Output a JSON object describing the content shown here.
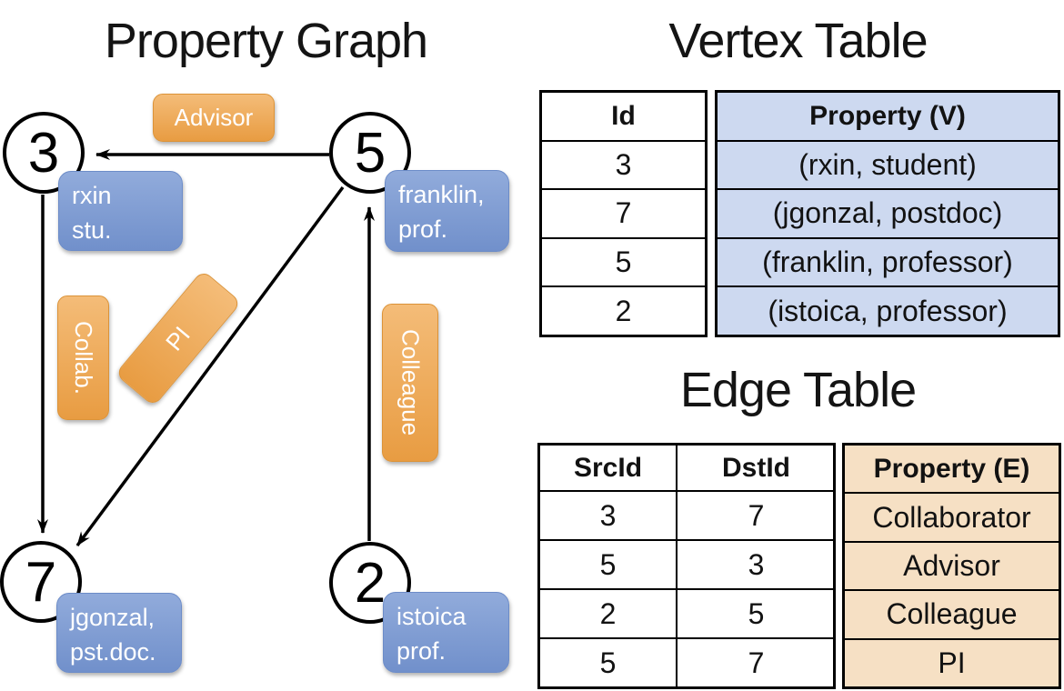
{
  "graph": {
    "title": "Property Graph",
    "nodes": [
      {
        "id": "3",
        "label_lines": [
          "rxin",
          "stu."
        ]
      },
      {
        "id": "5",
        "label_lines": [
          "franklin,",
          "prof."
        ]
      },
      {
        "id": "7",
        "label_lines": [
          "jgonzal,",
          "pst.doc."
        ]
      },
      {
        "id": "2",
        "label_lines": [
          "istoica",
          "prof."
        ]
      }
    ],
    "edge_labels": [
      "Advisor",
      "Collab.",
      "PI",
      "Colleague"
    ]
  },
  "vertex_table": {
    "title": "Vertex Table",
    "columns": [
      "Id",
      "Property (V)"
    ],
    "rows": [
      [
        "3",
        "(rxin, student)"
      ],
      [
        "7",
        "(jgonzal, postdoc)"
      ],
      [
        "5",
        "(franklin, professor)"
      ],
      [
        "2",
        "(istoica, professor)"
      ]
    ]
  },
  "edge_table": {
    "title": "Edge Table",
    "columns": [
      "SrcId",
      "DstId",
      "Property (E)"
    ],
    "rows": [
      [
        "3",
        "7",
        "Collaborator"
      ],
      [
        "5",
        "3",
        "Advisor"
      ],
      [
        "2",
        "5",
        "Colleague"
      ],
      [
        "5",
        "7",
        "PI"
      ]
    ]
  },
  "colors": {
    "edge_label_orange": "#e89c42",
    "vertex_box_blue": "#7190cb",
    "vertex_table_fill": "#cdd9f0",
    "edge_table_fill": "#f6e0c4"
  }
}
